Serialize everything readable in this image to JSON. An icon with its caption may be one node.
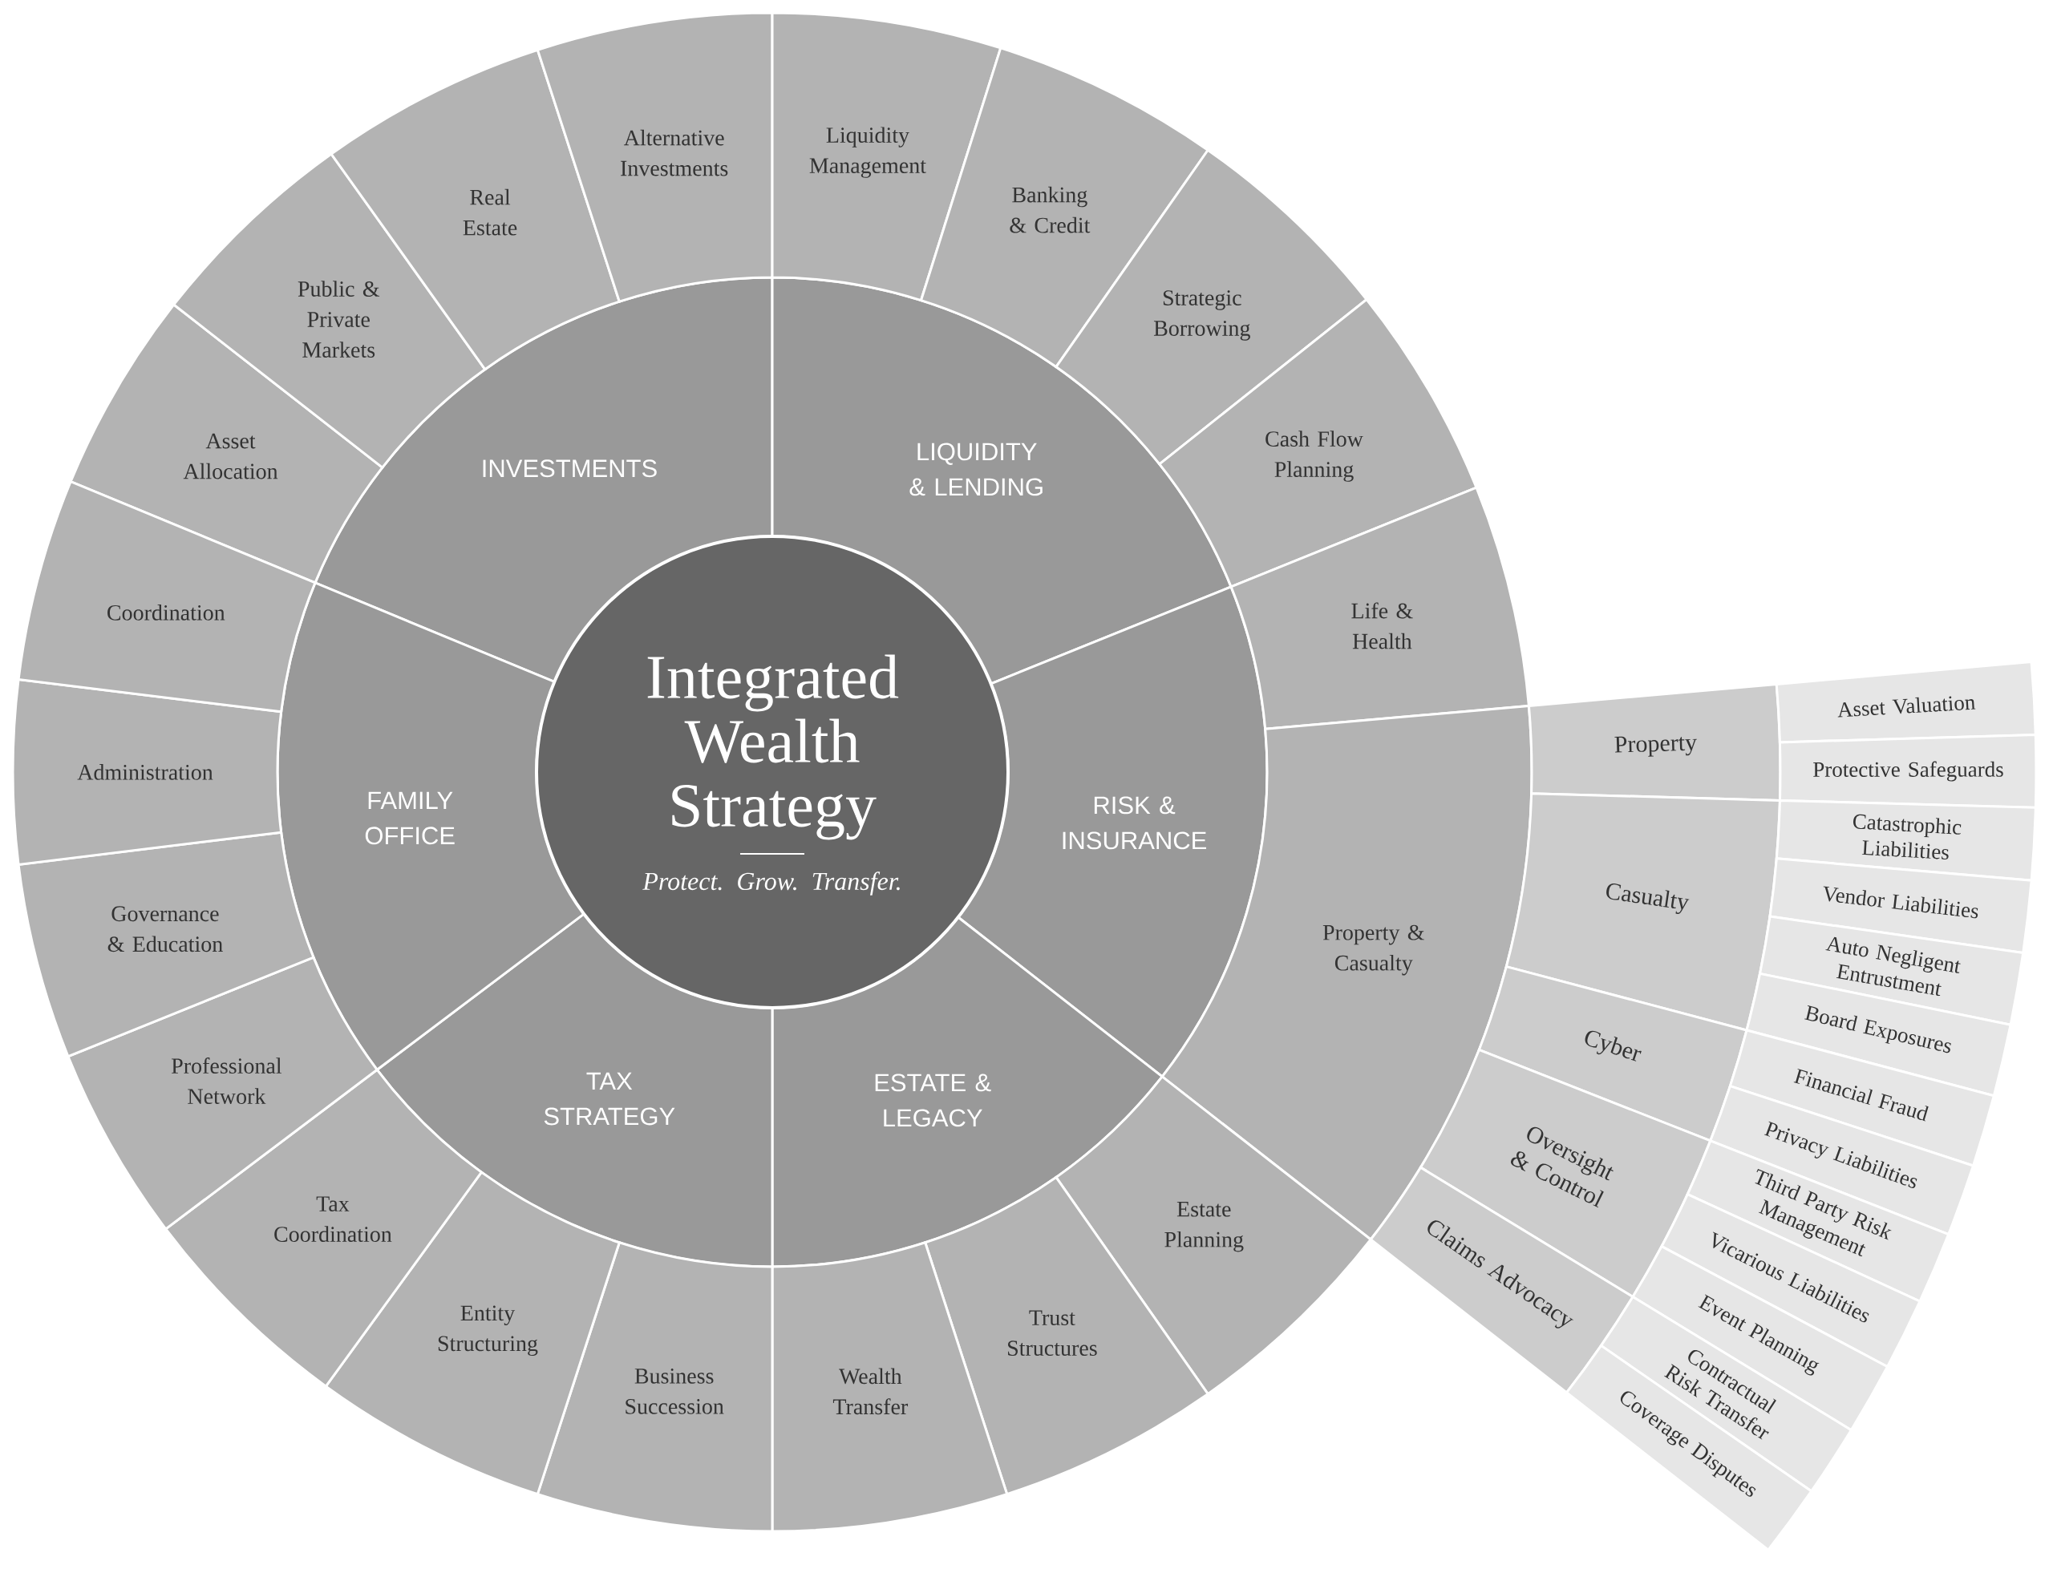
{
  "diagram": {
    "nodes": [
      {
        "text": [
          "Integrated Wealth Strategy",
          "Protect. Grow. Transfer."
        ]
      },
      {
        "text": [
          "INVESTMENTS"
        ]
      },
      {
        "text": [
          "Asset Allocation"
        ]
      },
      {
        "text": [
          "Public & Private Markets"
        ]
      },
      {
        "text": [
          "Real Estate"
        ]
      },
      {
        "text": [
          "Alternative Investments"
        ]
      },
      {
        "text": [
          "LIQUIDITY & LENDING"
        ]
      },
      {
        "text": [
          "Liquidity Management"
        ]
      },
      {
        "text": [
          "Banking & Credit"
        ]
      },
      {
        "text": [
          "Strategic Borrowing"
        ]
      },
      {
        "text": [
          "Cash Flow Planning"
        ]
      },
      {
        "text": [
          "RISK & INSURANCE"
        ]
      },
      {
        "text": [
          "Life & Health"
        ]
      },
      {
        "text": [
          "Property & Casualty"
        ]
      },
      {
        "text": [
          "Property"
        ]
      },
      {
        "text": [
          "Asset Valuation"
        ]
      },
      {
        "text": [
          "Protective Safeguards"
        ]
      },
      {
        "text": [
          "Casualty"
        ]
      },
      {
        "text": [
          "Catastrophic Liabilities"
        ]
      },
      {
        "text": [
          "Vendor Liabilities"
        ]
      },
      {
        "text": [
          "Auto Negligent Entrustment"
        ]
      },
      {
        "text": [
          "Board Exposures"
        ]
      },
      {
        "text": [
          "Cyber"
        ]
      },
      {
        "text": [
          "Financial Fraud"
        ]
      },
      {
        "text": [
          "Privacy Liabilities"
        ]
      },
      {
        "text": [
          "Oversight & Control"
        ]
      },
      {
        "text": [
          "Third Party Risk Management"
        ]
      },
      {
        "text": [
          "Vicarious Liabilities"
        ]
      },
      {
        "text": [
          "Event Planning"
        ]
      },
      {
        "text": [
          "Claims Advocacy"
        ]
      },
      {
        "text": [
          "Contractual Risk Transfer"
        ]
      },
      {
        "text": [
          "Coverage Disputes"
        ]
      },
      {
        "text": [
          "ESTATE & LEGACY"
        ]
      },
      {
        "text": [
          "Estate Planning"
        ]
      },
      {
        "text": [
          "Trust Structures"
        ]
      },
      {
        "text": [
          "Wealth Transfer"
        ]
      },
      {
        "text": [
          "TAX STRATEGY"
        ]
      },
      {
        "text": [
          "Business Succession"
        ]
      },
      {
        "text": [
          "Entity Structuring"
        ]
      },
      {
        "text": [
          "Tax Coordination"
        ]
      },
      {
        "text": [
          "FAMILY OFFICE"
        ]
      },
      {
        "text": [
          "Professional Network"
        ]
      },
      {
        "text": [
          "Governance & Education"
        ]
      },
      {
        "text": [
          "Administration"
        ]
      },
      {
        "text": [
          "Coordination"
        ]
      }
    ]
  }
}
